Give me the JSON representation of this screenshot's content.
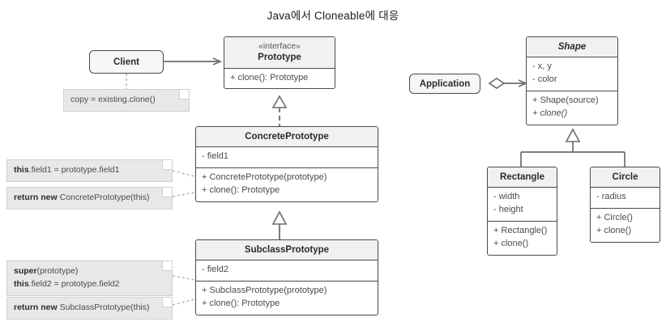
{
  "title": "Java에서 Cloneable에 대응",
  "colors": {
    "stroke": "#4a4a4a",
    "header_fill": "#f2f1ef",
    "body_fill": "#ffffff",
    "note_fill": "#e9e8e6",
    "text": "#4b4b4b"
  },
  "left_diagram": {
    "client": {
      "label": "Client"
    },
    "client_note": {
      "text": "copy = existing.clone()"
    },
    "prototype": {
      "stereotype": "«interface»",
      "name": "Prototype",
      "attributes": [],
      "operations": [
        "+ clone(): Prototype"
      ]
    },
    "concrete_prototype": {
      "name": "ConcretePrototype",
      "attributes": [
        "- field1"
      ],
      "operations": [
        "+ ConcretePrototype(prototype)",
        "+ clone(): Prototype"
      ]
    },
    "concrete_notes": [
      {
        "pre": "this",
        "post": ".field1 = prototype.field1"
      },
      {
        "pre": "return new",
        "post": " ConcretePrototype(this)"
      }
    ],
    "subclass_prototype": {
      "name": "SubclassPrototype",
      "attributes": [
        "- field2"
      ],
      "operations": [
        "+ SubclassPrototype(prototype)",
        "+ clone(): Prototype"
      ]
    },
    "subclass_notes": [
      {
        "line1_pre": "super",
        "line1_post": "(prototype)",
        "line2_pre": "this",
        "line2_post": ".field2 = prototype.field2"
      },
      {
        "pre": "return new",
        "post": " SubclassPrototype(this)"
      }
    ]
  },
  "right_diagram": {
    "application": {
      "label": "Application"
    },
    "shape": {
      "name": "Shape",
      "abstract": true,
      "attributes": [
        "- x, y",
        "- color"
      ],
      "operations": [
        "+ Shape(source)",
        "+ clone()"
      ],
      "abstract_operation": "+ clone()"
    },
    "rectangle": {
      "name": "Rectangle",
      "attributes": [
        "- width",
        "- height"
      ],
      "operations": [
        "+ Rectangle()",
        "+ clone()"
      ]
    },
    "circle": {
      "name": "Circle",
      "attributes": [
        "- radius"
      ],
      "operations": [
        "+ Circle()",
        "+ clone()"
      ]
    }
  }
}
